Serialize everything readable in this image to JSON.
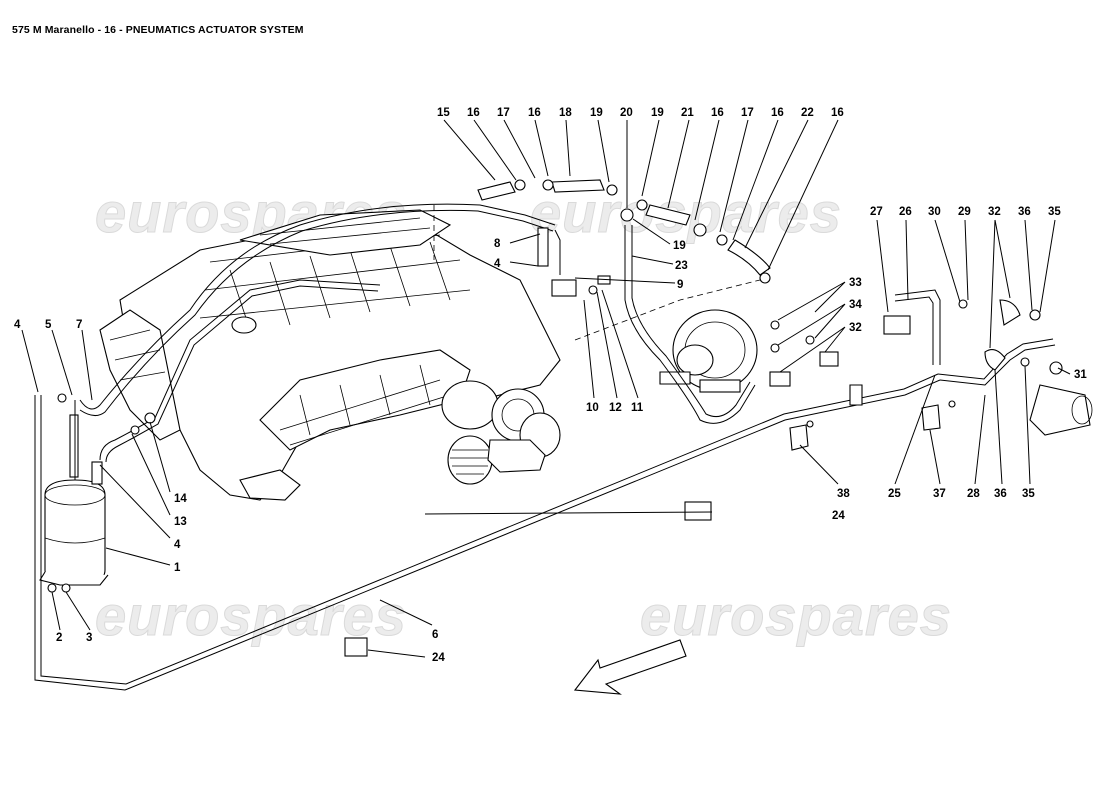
{
  "title": "575 M Maranello - 16 - PNEUMATICS ACTUATOR SYSTEM",
  "watermark": "eurospares",
  "callouts": {
    "c15": "15",
    "c16a": "16",
    "c17a": "17",
    "c16b": "16",
    "c18": "18",
    "c19a": "19",
    "c20": "20",
    "c19b": "19",
    "c21": "21",
    "c16c": "16",
    "c17b": "17",
    "c16d": "16",
    "c22": "22",
    "c16e": "16",
    "c19c": "19",
    "c23": "23",
    "c8": "8",
    "c4a": "4",
    "c9": "9",
    "c10": "10",
    "c12": "12",
    "c11": "11",
    "c33": "33",
    "c34": "34",
    "c32a": "32",
    "c27": "27",
    "c26": "26",
    "c30": "30",
    "c29": "29",
    "c32b": "32",
    "c36a": "36",
    "c35a": "35",
    "c31": "31",
    "c4b": "4",
    "c5": "5",
    "c7": "7",
    "c14": "14",
    "c13": "13",
    "c4c": "4",
    "c1": "1",
    "c2": "2",
    "c3": "3",
    "c6": "6",
    "c24a": "24",
    "c24b": "24",
    "c38": "38",
    "c25": "25",
    "c37": "37",
    "c28": "28",
    "c36b": "36",
    "c35b": "35"
  }
}
